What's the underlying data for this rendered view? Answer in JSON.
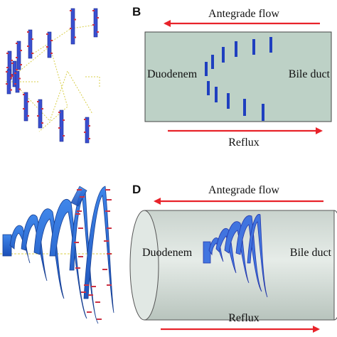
{
  "panels": {
    "a": {
      "letter": ""
    },
    "b": {
      "letter": "B",
      "top_arrow_label": "Antegrade flow",
      "bottom_arrow_label": "Reflux",
      "left_end_label": "Duodenem",
      "right_end_label": "Bile duct"
    },
    "c": {
      "letter": ""
    },
    "d": {
      "letter": "D",
      "top_arrow_label": "Antegrade flow",
      "bottom_arrow_label": "Reflux",
      "left_end_label": "Duodenem",
      "right_end_label": "Bile duct"
    }
  },
  "colors": {
    "arrow": "#e8232a",
    "tube_fill": "#bdd1c6",
    "tube_fill_3d": "#d9e2dc",
    "stent_blue": "#1f3fbf",
    "helix_blue": "#2f6fd6",
    "marker_red": "#cc3344",
    "guide_yellow": "#d8cf4a"
  }
}
